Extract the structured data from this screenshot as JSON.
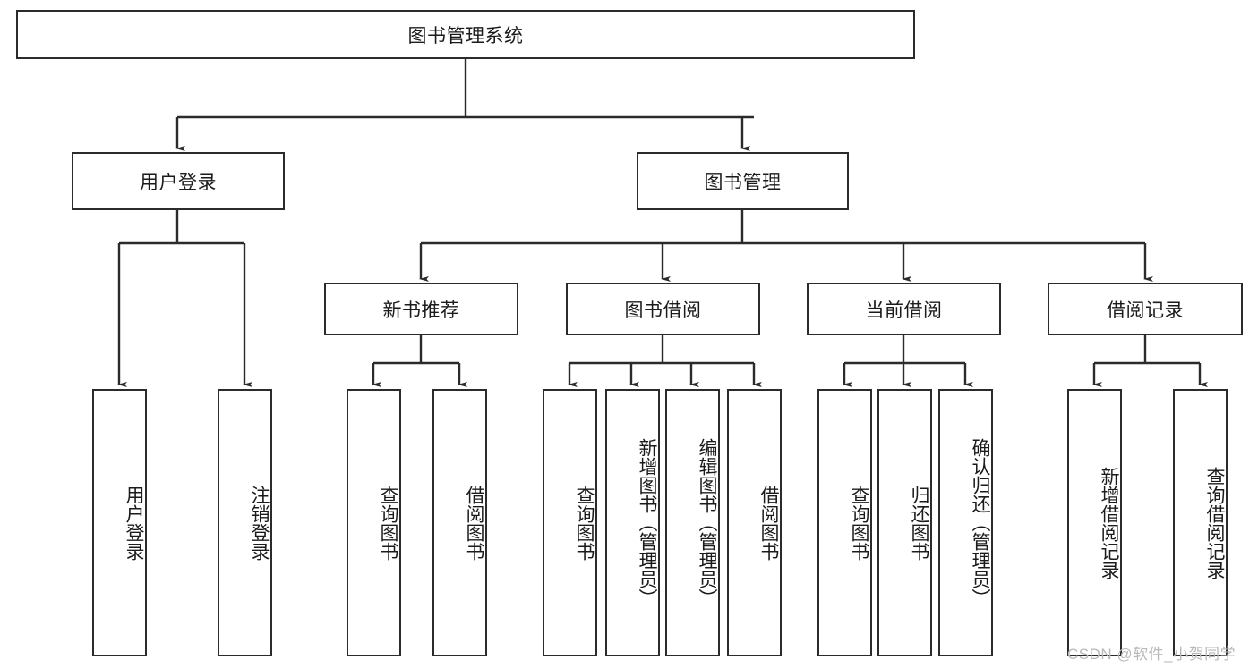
{
  "diagram": {
    "type": "hierarchy-tree",
    "title": "图书管理系统",
    "watermark": "CSDN @软件_小贺同学",
    "colors": {
      "box_border": "#2b2b2b",
      "box_fill": "#ffffff",
      "connector": "#2b2b2b",
      "text": "#1b1b1b",
      "watermark": "#b9b9b9",
      "background": "#ffffff"
    },
    "nodes": {
      "root": {
        "label": "图书管理系统",
        "level": 1,
        "orientation": "horizontal"
      },
      "l2": [
        {
          "id": "user-login",
          "label": "用户登录",
          "level": 2,
          "orientation": "horizontal"
        },
        {
          "id": "book-manage",
          "label": "图书管理",
          "level": 2,
          "orientation": "horizontal"
        }
      ],
      "l3": [
        {
          "id": "new-book-rec",
          "label": "新书推荐",
          "level": 3,
          "orientation": "horizontal"
        },
        {
          "id": "book-borrow",
          "label": "图书借阅",
          "level": 3,
          "orientation": "horizontal"
        },
        {
          "id": "current-borrow",
          "label": "当前借阅",
          "level": 3,
          "orientation": "horizontal"
        },
        {
          "id": "borrow-record",
          "label": "借阅记录",
          "level": 3,
          "orientation": "horizontal"
        }
      ],
      "leaves": {
        "user_login": [
          {
            "id": "leaf-user-login",
            "label": "用户登录"
          },
          {
            "id": "leaf-user-logout",
            "label": "注销登录"
          }
        ],
        "new_book_rec": [
          {
            "id": "leaf-query-book-1",
            "label": "查询图书"
          },
          {
            "id": "leaf-borrow-book-1",
            "label": "借阅图书"
          }
        ],
        "book_borrow": [
          {
            "id": "leaf-query-book-2",
            "label": "查询图书"
          },
          {
            "id": "leaf-add-book",
            "label": "新增图书（管理员）"
          },
          {
            "id": "leaf-edit-book",
            "label": "编辑图书（管理员）"
          },
          {
            "id": "leaf-borrow-book-2",
            "label": "借阅图书"
          }
        ],
        "current_borrow": [
          {
            "id": "leaf-query-book-3",
            "label": "查询图书"
          },
          {
            "id": "leaf-return-book",
            "label": "归还图书"
          },
          {
            "id": "leaf-confirm-return",
            "label": "确认归还（管理员）"
          }
        ],
        "borrow_record": [
          {
            "id": "leaf-add-record",
            "label": "新增借阅记录"
          },
          {
            "id": "leaf-query-record",
            "label": "查询借阅记录"
          }
        ]
      }
    },
    "edges": [
      {
        "from": "图书管理系统",
        "to": "用户登录"
      },
      {
        "from": "图书管理系统",
        "to": "图书管理"
      },
      {
        "from": "用户登录",
        "to": "用户登录"
      },
      {
        "from": "用户登录",
        "to": "注销登录"
      },
      {
        "from": "图书管理",
        "to": "新书推荐"
      },
      {
        "from": "图书管理",
        "to": "图书借阅"
      },
      {
        "from": "图书管理",
        "to": "当前借阅"
      },
      {
        "from": "图书管理",
        "to": "借阅记录"
      },
      {
        "from": "新书推荐",
        "to": "查询图书"
      },
      {
        "from": "新书推荐",
        "to": "借阅图书"
      },
      {
        "from": "图书借阅",
        "to": "查询图书"
      },
      {
        "from": "图书借阅",
        "to": "新增图书（管理员）"
      },
      {
        "from": "图书借阅",
        "to": "编辑图书（管理员）"
      },
      {
        "from": "图书借阅",
        "to": "借阅图书"
      },
      {
        "from": "当前借阅",
        "to": "查询图书"
      },
      {
        "from": "当前借阅",
        "to": "归还图书"
      },
      {
        "from": "当前借阅",
        "to": "确认归还（管理员）"
      },
      {
        "from": "借阅记录",
        "to": "新增借阅记录"
      },
      {
        "from": "借阅记录",
        "to": "查询借阅记录"
      }
    ]
  }
}
